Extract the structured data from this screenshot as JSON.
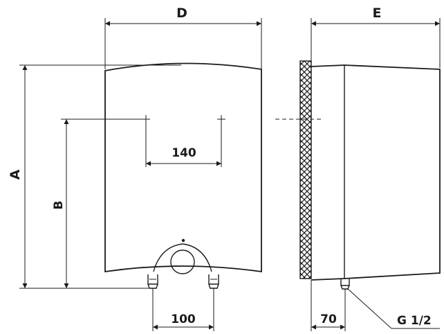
{
  "labels": {
    "d": "D",
    "e": "E",
    "a": "A",
    "b": "B",
    "mount_spacing": "140",
    "pipe_spacing": "100",
    "wall_offset": "70",
    "thread": "G 1/2"
  },
  "colors": {
    "line": "#1a1a1a",
    "background": "#ffffff"
  }
}
